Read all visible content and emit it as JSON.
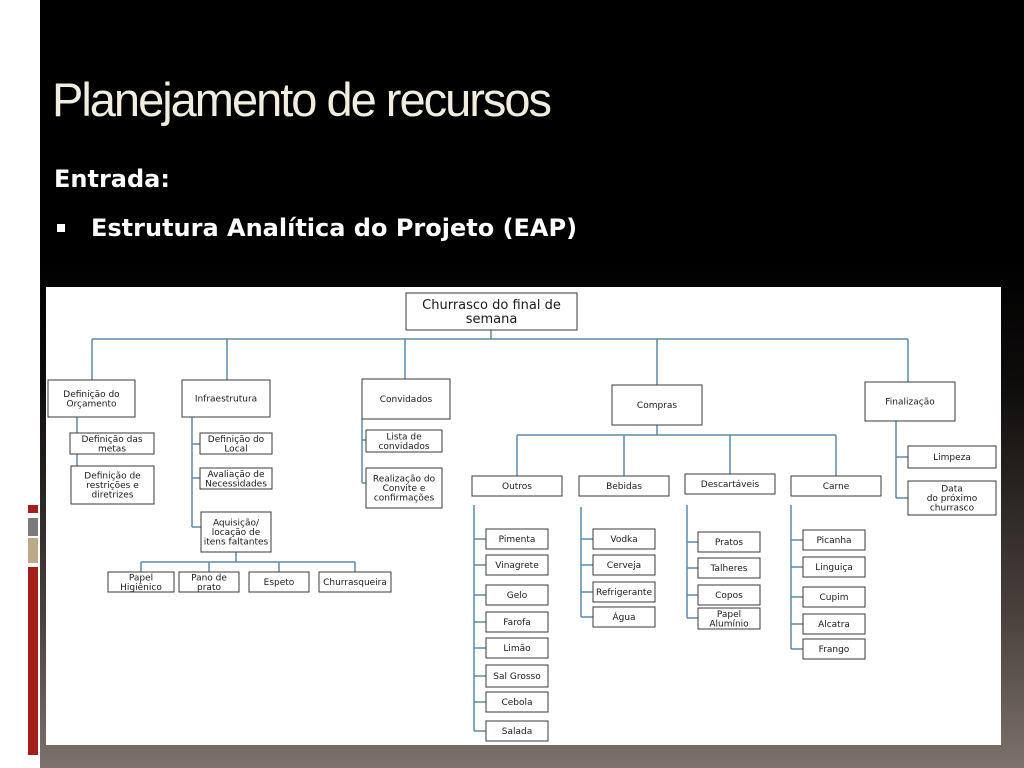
{
  "slide": {
    "title": "Planejamento de recursos",
    "heading": "Entrada:",
    "bullet": "Estrutura Analítica do Projeto (EAP)"
  },
  "colors": {
    "background": "#000000",
    "title_text": "#f1eee0",
    "body_text": "#ffffff",
    "connector": "#5d8aa8",
    "accent_red": "#a31f1a"
  },
  "diagram": {
    "root": "Churrasco do final de semana",
    "nodes": [
      {
        "id": "root",
        "label": "Churrasco do final de semana"
      },
      {
        "id": "orcamento",
        "label": "Definição do Orçamento"
      },
      {
        "id": "metas",
        "label": "Definição das metas"
      },
      {
        "id": "restricoes",
        "label": "Definição de restrições e diretrizes"
      },
      {
        "id": "infra",
        "label": "Infraestrutura"
      },
      {
        "id": "deflocal",
        "label": "Definição do Local"
      },
      {
        "id": "avaliacao",
        "label": "Avaliação de Necessidades"
      },
      {
        "id": "aquisicao",
        "label": "Aquisição/ locação de itens faltantes"
      },
      {
        "id": "papel",
        "label": "Papel Higiênico"
      },
      {
        "id": "pano",
        "label": "Pano de prato"
      },
      {
        "id": "espeto",
        "label": "Espeto"
      },
      {
        "id": "churrasqueira",
        "label": "Churrasqueira"
      },
      {
        "id": "convidados",
        "label": "Convidados"
      },
      {
        "id": "lista",
        "label": "Lista de convidados"
      },
      {
        "id": "convite",
        "label": "Realização do Convite e confirmações"
      },
      {
        "id": "compras",
        "label": "Compras"
      },
      {
        "id": "outros",
        "label": "Outros"
      },
      {
        "id": "pimenta",
        "label": "Pimenta"
      },
      {
        "id": "vinagrete",
        "label": "Vinagrete"
      },
      {
        "id": "gelo",
        "label": "Gelo"
      },
      {
        "id": "farofa",
        "label": "Farofa"
      },
      {
        "id": "limao",
        "label": "Limão"
      },
      {
        "id": "salgrosso",
        "label": "Sal Grosso"
      },
      {
        "id": "cebola",
        "label": "Cebola"
      },
      {
        "id": "salada",
        "label": "Salada"
      },
      {
        "id": "bebidas",
        "label": "Bebidas"
      },
      {
        "id": "vodka",
        "label": "Vodka"
      },
      {
        "id": "cerveja",
        "label": "Cerveja"
      },
      {
        "id": "refrigerante",
        "label": "Refrigerante"
      },
      {
        "id": "agua",
        "label": "Água"
      },
      {
        "id": "descartaveis",
        "label": "Descartáveis"
      },
      {
        "id": "pratos",
        "label": "Pratos"
      },
      {
        "id": "talheres",
        "label": "Talheres"
      },
      {
        "id": "copos",
        "label": "Copos"
      },
      {
        "id": "aluminio",
        "label": "Papel Alumínio"
      },
      {
        "id": "carne",
        "label": "Carne"
      },
      {
        "id": "picanha",
        "label": "Picanha"
      },
      {
        "id": "linguica",
        "label": "Linguiça"
      },
      {
        "id": "cupim",
        "label": "Cupim"
      },
      {
        "id": "alcatra",
        "label": "Alcatra"
      },
      {
        "id": "frango",
        "label": "Frango"
      },
      {
        "id": "finalizacao",
        "label": "Finalização"
      },
      {
        "id": "limpeza",
        "label": "Limpeza"
      },
      {
        "id": "data",
        "label": "Data do próximo churrasco"
      }
    ]
  }
}
